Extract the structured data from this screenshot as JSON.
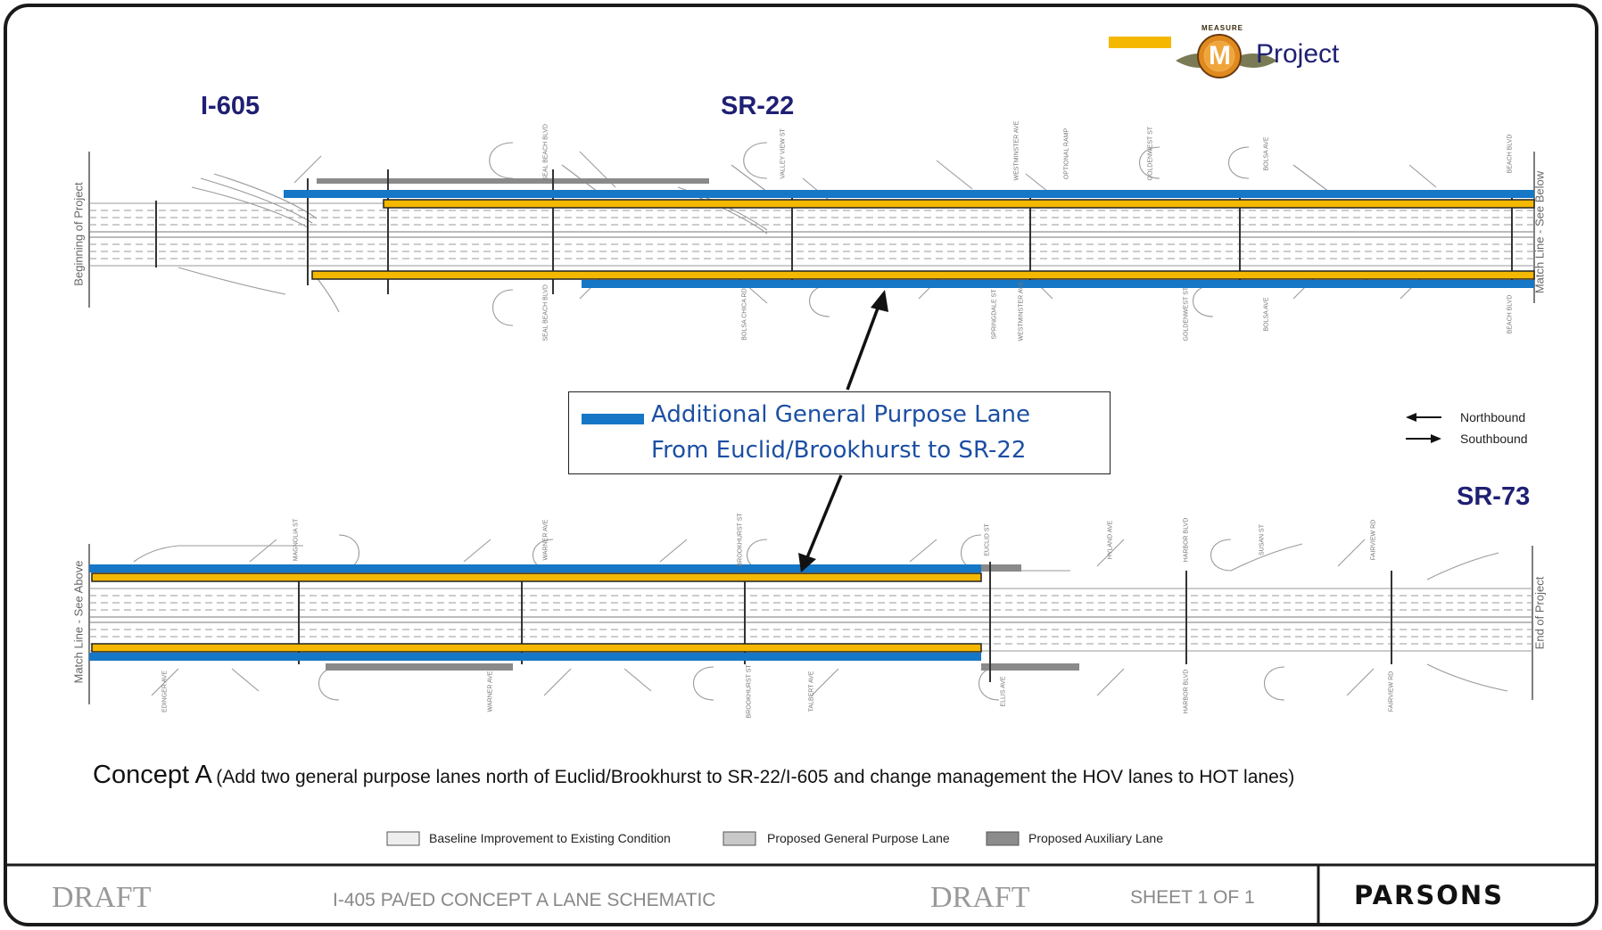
{
  "legend_top": {
    "badge_top_text": "MEASURE",
    "badge_letter": "M",
    "label": "Project",
    "yellow_color": "#f5b800"
  },
  "routes": {
    "i605": "I-605",
    "sr22": "SR-22",
    "sr73": "SR-73"
  },
  "match_lines": {
    "begin": "Beginning of Project",
    "match_top": "Match Line - See Below",
    "match_bottom": "Match Line - See Above",
    "end": "End of Project"
  },
  "callout": {
    "line1": "Additional General Purpose Lane",
    "line2": "From Euclid/Brookhurst to SR-22",
    "blue_color": "#1577c6"
  },
  "direction_legend": {
    "northbound": "Northbound",
    "southbound": "Southbound"
  },
  "concept": {
    "title": "Concept A",
    "description": "(Add two general purpose lanes north of Euclid/Brookhurst to SR-22/I-605 and change management the HOV lanes to HOT lanes)"
  },
  "bottom_legend": {
    "baseline": "Baseline Improvement to Existing Condition",
    "proposed_gp": "Proposed General Purpose Lane",
    "proposed_aux": "Proposed Auxiliary Lane"
  },
  "footer": {
    "draft_left": "DRAFT",
    "title": "I-405 PA/ED CONCEPT A LANE SCHEMATIC",
    "draft_right": "DRAFT",
    "sheet": "SHEET 1 OF 1",
    "company": "PARSONS"
  },
  "street_labels_top_north": [
    "SEAL BEACH BLVD",
    "VALLEY VIEW ST",
    "WESTMINSTER AVE",
    "OPTIONAL RAMP",
    "GOLDENWEST ST",
    "BOLSA AVE",
    "BEACH BLVD"
  ],
  "street_labels_top_south": [
    "SEAL BEACH BLVD",
    "BOLSA CHICA RD",
    "SPRINGDALE ST",
    "WESTMINSTER AVE",
    "GOLDENWEST ST",
    "BOLSA AVE",
    "BEACH BLVD"
  ],
  "street_labels_bottom_north": [
    "MAGNOLIA ST",
    "WARNER AVE",
    "BROOKHURST ST",
    "EUCLID ST",
    "HYLAND AVE",
    "HARBOR BLVD",
    "SUSAN ST",
    "FAIRVIEW RD"
  ],
  "street_labels_bottom_south": [
    "EDINGER AVE",
    "WARNER AVE",
    "BROOKHURST ST",
    "TALBERT AVE",
    "ELLIS AVE",
    "HARBOR BLVD",
    "FAIRVIEW RD"
  ]
}
